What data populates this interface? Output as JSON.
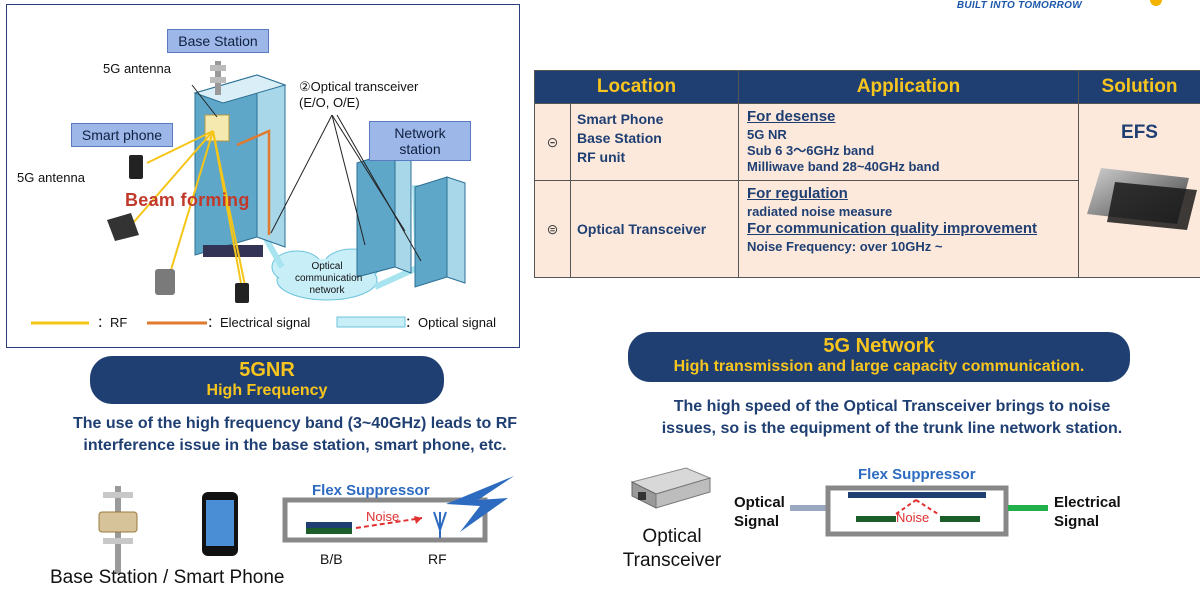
{
  "brand": {
    "tagline": "BUILT INTO TOMORROW"
  },
  "diagram": {
    "base_station": "Base Station",
    "smart_phone": "Smart phone",
    "network_station": "Network\nstation",
    "antenna_top": "␵5G antenna",
    "antenna_left": "␵5G antenna",
    "optical_transceiver": "②Optical transceiver\n(E/O, O/E)",
    "beam_forming": "Beam forming",
    "optical_network": "Optical\ncommunication\nnetwork",
    "legend": {
      "rf": "：RF",
      "electrical": "：Electrical signal",
      "optical": "：Optical signal"
    },
    "colors": {
      "rf": "#f5c518",
      "electrical": "#e07a2e",
      "optical": "#a8e4f0"
    }
  },
  "table": {
    "headers": [
      "Location",
      "Application",
      "Solution"
    ],
    "rows": [
      {
        "icon": "⊝",
        "location": [
          "Smart Phone",
          "Base Station",
          "RF unit"
        ],
        "app_heading": "For desense",
        "app_lines": [
          "5G NR",
          "Sub 6  3～6GHz band",
          "Milliwave band  28~40GHz band"
        ]
      },
      {
        "icon": "⊜",
        "location": [
          "Optical Transceiver"
        ],
        "app_heading": "For regulation",
        "app_lines": [
          "radiated noise measure"
        ],
        "app_heading2": "For communication quality improvement",
        "app_lines2": [
          "Noise Frequency: over 10GHz ~"
        ]
      }
    ],
    "solution": "EFS"
  },
  "left_section": {
    "pill_title": "5GNR",
    "pill_subtitle": "High Frequency",
    "description": "The use of the high frequency band (3~40GHz) leads to RF\ninterference issue in the base station, smart phone, etc.",
    "caption": "Base Station / Smart Phone",
    "fs_title": "Flex Suppressor",
    "noise": "Noise",
    "bb": "B/B",
    "rf": "RF"
  },
  "right_section": {
    "pill_title": "5G Network",
    "pill_subtitle": "High transmission and large capacity communication.",
    "description": "The high speed of the Optical Transceiver brings to noise\nissues, so is the equipment of the trunk line network station.",
    "transceiver": "Optical\nTransceiver",
    "optical_signal": "Optical\nSignal",
    "electrical_signal": "Electrical\nSignal",
    "fs_title": "Flex Suppressor",
    "noise": "Noise"
  }
}
